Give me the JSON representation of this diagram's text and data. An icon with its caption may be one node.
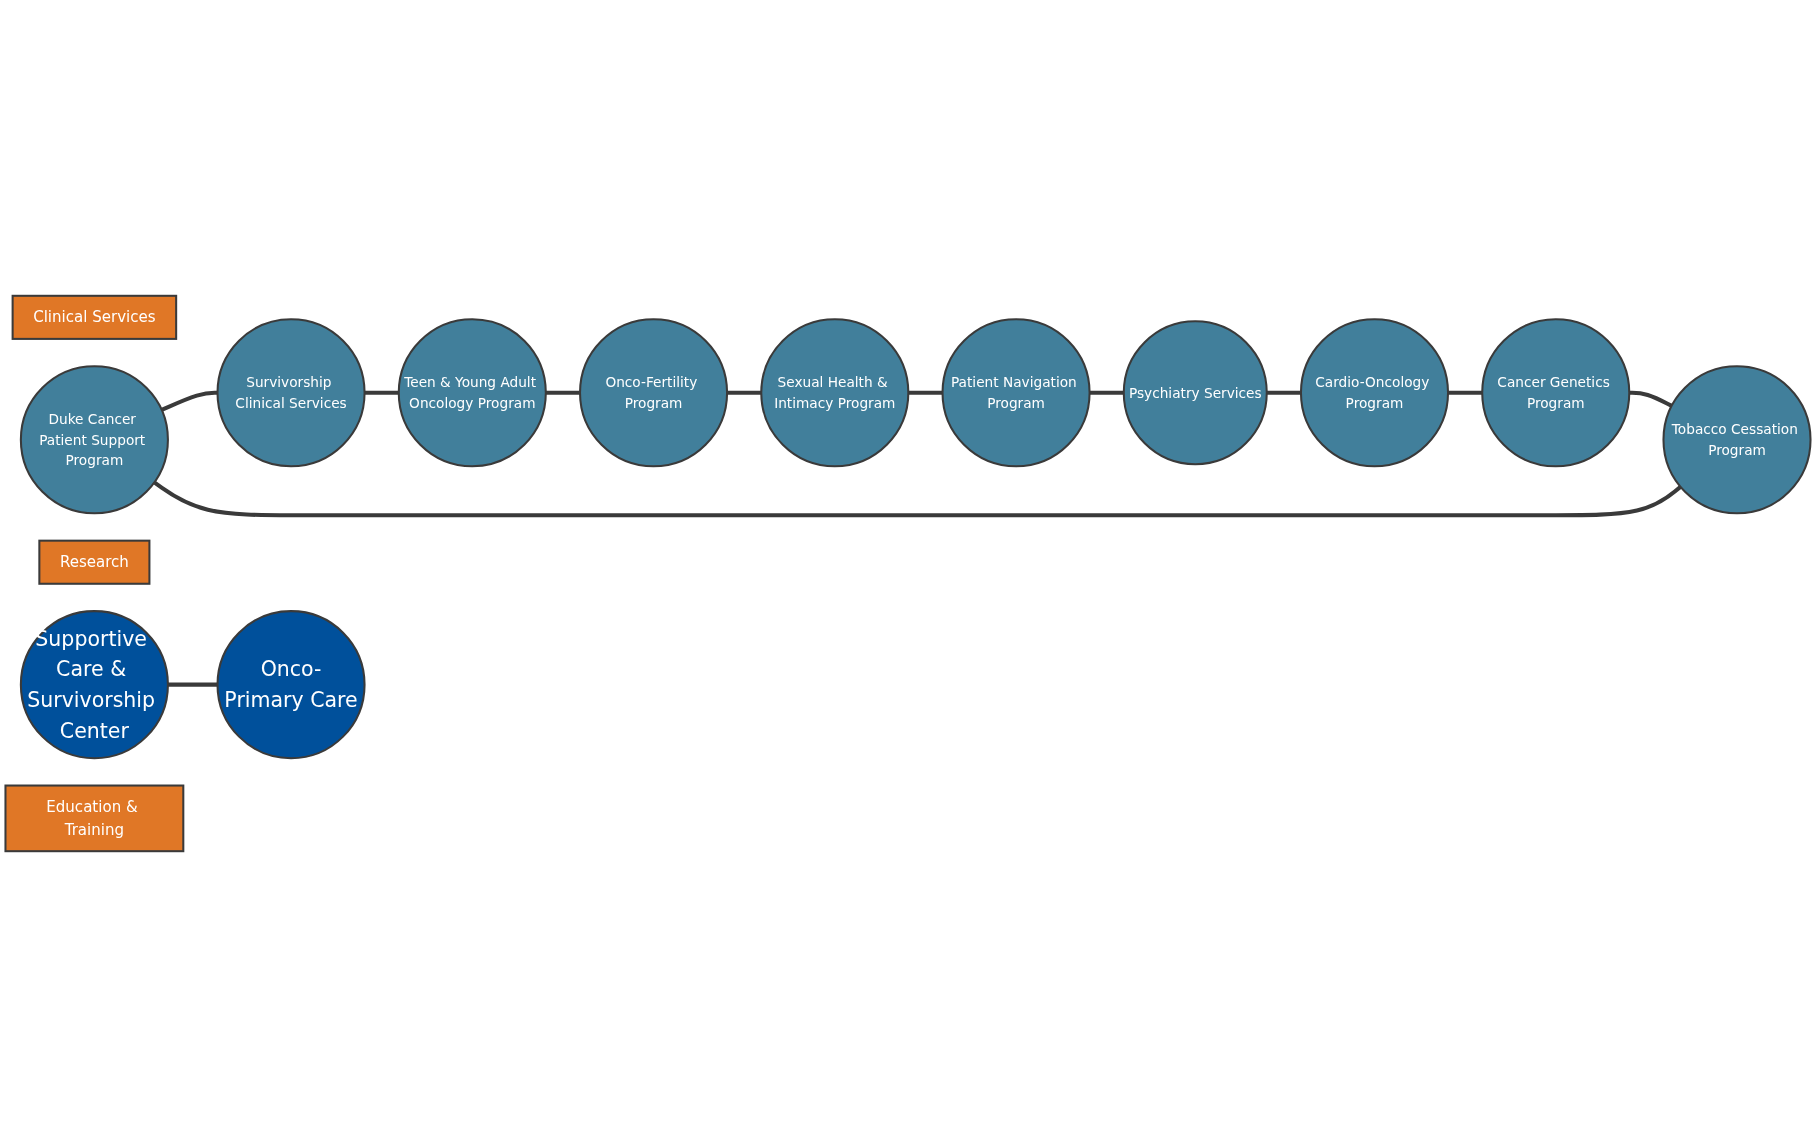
{
  "diagram": {
    "nodes": [
      {
        "text": [
          "Clinical Services"
        ]
      },
      {
        "text": [
          "Duke Cancer Patient Support Program"
        ]
      },
      {
        "text": [
          "Research"
        ]
      },
      {
        "text": [
          "Tobacco Cessation Program"
        ]
      },
      {
        "text": [
          "Survivorship Clinical Services"
        ]
      },
      {
        "text": [
          "Teen & Young Adult Oncology Program"
        ]
      },
      {
        "text": [
          "Cancer Genetics Program"
        ]
      },
      {
        "text": [
          "Supportive Care & Survivorship Center"
        ]
      },
      {
        "text": [
          "Onco-Primary Care"
        ]
      },
      {
        "text": [
          "Cardio-Oncology Program"
        ]
      },
      {
        "text": [
          "Onco-Fertility Program"
        ]
      },
      {
        "text": [
          "Sexual Health & Intimacy Program"
        ]
      },
      {
        "text": [
          "Psychiatry Services"
        ]
      },
      {
        "text": [
          "Patient Navigation Program"
        ]
      },
      {
        "text": [
          "Education & Training"
        ]
      }
    ],
    "edges": [
      {
        "from": 3,
        "to": 1,
        "arrow": "none"
      },
      {
        "from": 1,
        "to": 4,
        "arrow": "none"
      },
      {
        "from": 4,
        "to": 5,
        "arrow": "none"
      },
      {
        "from": 5,
        "to": 10,
        "arrow": "none"
      },
      {
        "from": 10,
        "to": 11,
        "arrow": "none"
      },
      {
        "from": 11,
        "to": 13,
        "arrow": "none"
      },
      {
        "from": 13,
        "to": 12,
        "arrow": "none"
      },
      {
        "from": 12,
        "to": 9,
        "arrow": "none"
      },
      {
        "from": 9,
        "to": 6,
        "arrow": "none"
      },
      {
        "from": 6,
        "to": 3,
        "arrow": "none"
      },
      {
        "from": 7,
        "to": 8,
        "arrow": "none"
      }
    ]
  }
}
